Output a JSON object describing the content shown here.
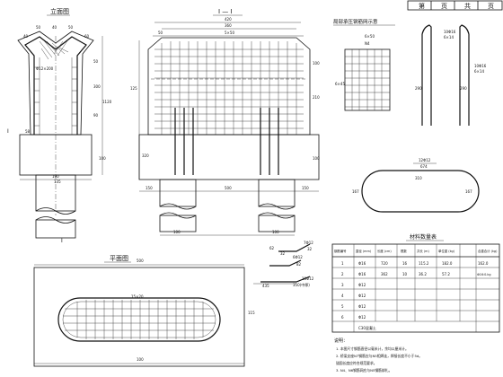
{
  "title_block": {
    "sheet": "第",
    "of": "页",
    "total": "共",
    "pages_label": "页"
  },
  "elevation": {
    "title": "立面图",
    "dims": [
      "40",
      "50",
      "40",
      "50",
      "60",
      "50",
      "300",
      "90",
      "1120",
      "58",
      "100",
      "135",
      "190"
    ],
    "rebar_note": "Φ12×200",
    "section_marks": [
      "I",
      "I"
    ]
  },
  "section": {
    "title": "I — I",
    "top_dims": [
      "420",
      "360",
      "50",
      "5×50"
    ],
    "width_dims": [
      "125",
      "320"
    ],
    "height_dims": [
      "100",
      "210",
      "100"
    ],
    "base_dims": [
      "150",
      "500",
      "150"
    ],
    "pile_dims": [
      "100",
      "100"
    ]
  },
  "mesh_detail": {
    "title": "局部承压钢筋网示意",
    "top_dims": [
      "6×50",
      "N4"
    ],
    "side_dim": "6×45"
  },
  "hook_bar": {
    "labels": [
      "10Φ16",
      "6×14",
      "10Φ16",
      "6×14"
    ],
    "side_dims": [
      "290",
      "290"
    ],
    "loop_label_top": "12Φ12",
    "loop_label_bottom": "674",
    "loop_dims": [
      "167",
      "310",
      "167"
    ]
  },
  "plan": {
    "title": "平面图",
    "dims": [
      "500",
      "15×20",
      "100",
      "115"
    ]
  },
  "bends": {
    "items": [
      {
        "label": "7Φ12",
        "sub": "32"
      },
      {
        "label": "6Φ12",
        "sub": "82"
      },
      {
        "label": "10Φ12",
        "sub": "350(中厚)"
      }
    ],
    "dims": [
      "62",
      "32",
      "435"
    ]
  },
  "table": {
    "title": "材料数量表",
    "headers": [
      "钢筋编号",
      "直径 (mm)",
      "长度 (cm)",
      "根数",
      "共长 (m)",
      "单位重 (kg)",
      "合重合计 (kg)"
    ],
    "rows": [
      [
        "1",
        "Φ16",
        "720",
        "16",
        "115.2",
        "182.0",
        "162.0"
      ],
      [
        "2",
        "Φ16",
        "362",
        "10",
        "36.2",
        "57.2",
        "Φ16:0.kg"
      ],
      [
        "3",
        "Φ12",
        "",
        "",
        "",
        "",
        ""
      ],
      [
        "4",
        "Φ12",
        "",
        "",
        "",
        "",
        ""
      ],
      [
        "5",
        "Φ12",
        "",
        "",
        "",
        "",
        ""
      ],
      [
        "6",
        "Φ12",
        "",
        "",
        "",
        "",
        ""
      ],
      [
        "",
        "C30混凝土",
        "",
        "",
        "",
        "",
        ""
      ]
    ]
  },
  "notes": {
    "heading": "说明：",
    "lines": [
      "1. 本图尺寸钢筋直径以毫米计，余均以厘米计。",
      "2. 桥梁支座N7钢筋应与N5相焊连，焊接长度不小于5d。",
      "   锚固长度应符合规范要求。",
      "3. N4、N6钢筋网应与N5钢筋绑扎。"
    ]
  }
}
